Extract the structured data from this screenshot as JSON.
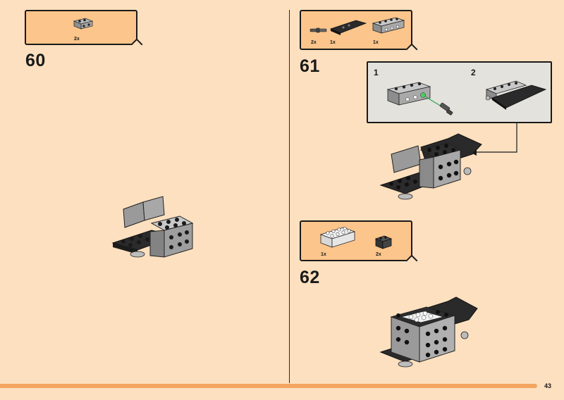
{
  "page": {
    "number": "43"
  },
  "steps": [
    {
      "number": "60",
      "parts": [
        {
          "qty": "2x",
          "icon": "gray-bracket-icon"
        }
      ]
    },
    {
      "number": "61",
      "parts": [
        {
          "qty": "2x",
          "icon": "pin-icon"
        },
        {
          "qty": "1x",
          "icon": "black-slope-icon"
        },
        {
          "qty": "1x",
          "icon": "gray-technic-brick-icon"
        }
      ],
      "substeps": [
        {
          "label": "1"
        },
        {
          "label": "2"
        }
      ]
    },
    {
      "number": "62",
      "parts": [
        {
          "qty": "1x",
          "icon": "white-brick-icon"
        },
        {
          "qty": "2x",
          "icon": "dark-bracket-icon"
        }
      ]
    }
  ],
  "colors": {
    "background": "#fde0bf",
    "parts_box": "#fcc58b",
    "bar": "#f4a560",
    "sub_box": "#e3e2dc"
  }
}
